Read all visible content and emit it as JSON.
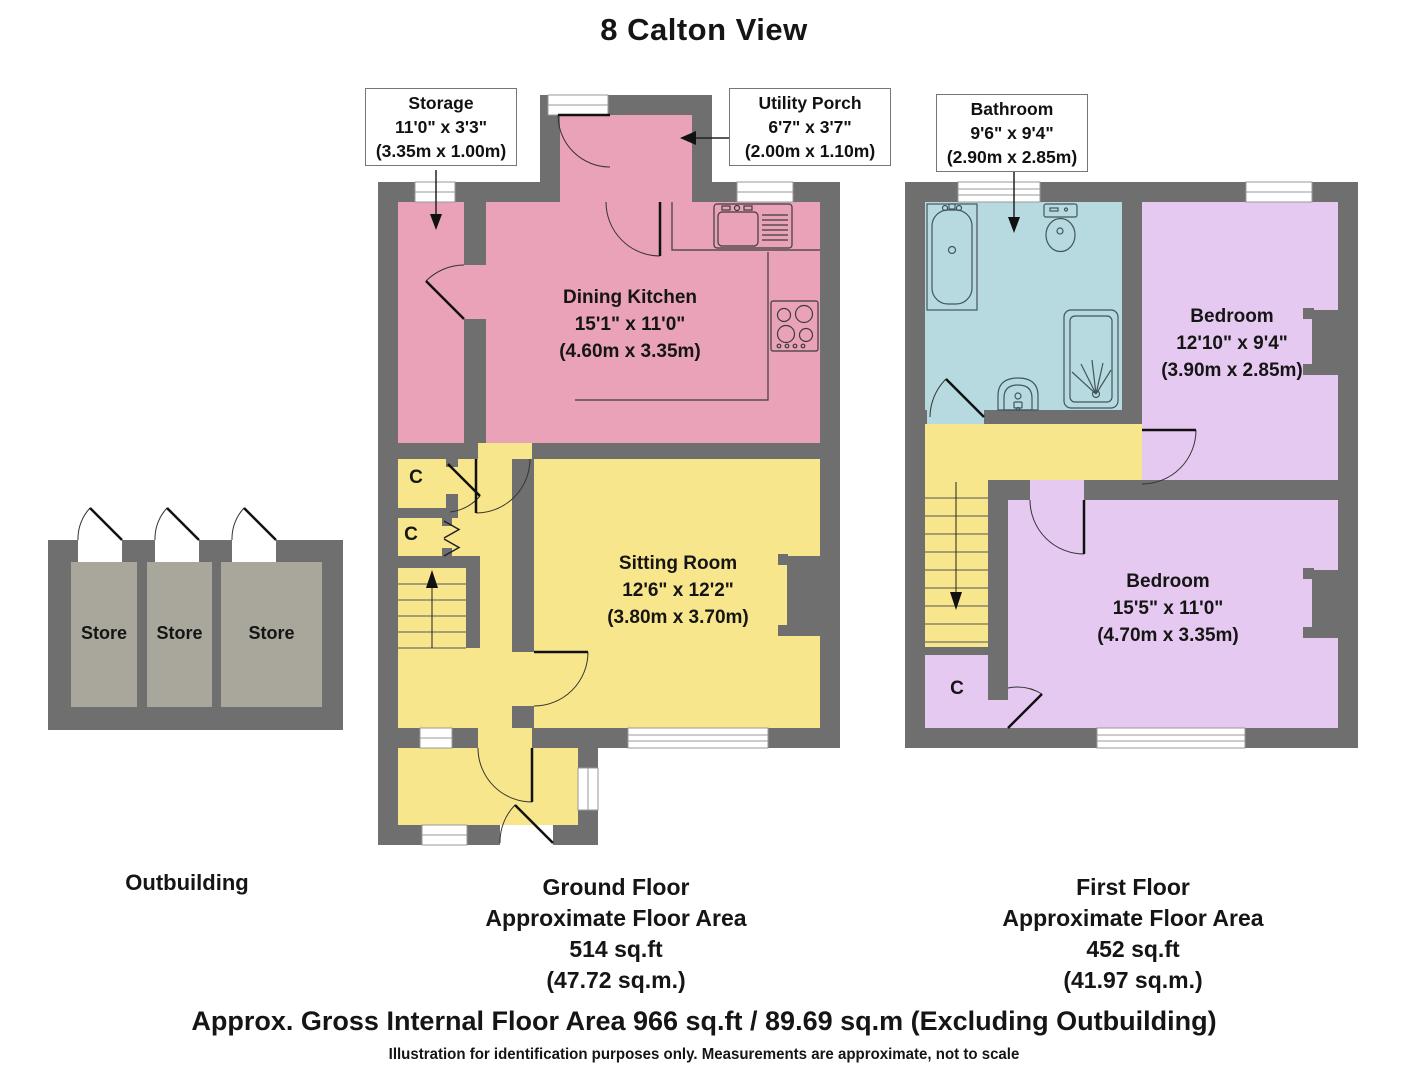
{
  "title": "8 Calton View",
  "colors": {
    "room_pink": "#E9A2B7",
    "room_yellow": "#F8E68C",
    "room_lilac": "#E6C9F1",
    "room_blue": "#B6DADF",
    "store_fill": "#A9A79B",
    "wall_gray": "#6F6F6F",
    "window_white": "#FFFFFF"
  },
  "callouts": {
    "storage": {
      "name": "Storage",
      "dims_ft": "11'0\" x 3'3\"",
      "dims_m": "(3.35m x 1.00m)"
    },
    "utility_porch": {
      "name": "Utility Porch",
      "dims_ft": "6'7\" x 3'7\"",
      "dims_m": "(2.00m x 1.10m)"
    },
    "bathroom": {
      "name": "Bathroom",
      "dims_ft": "9'6\" x 9'4\"",
      "dims_m": "(2.90m x 2.85m)"
    }
  },
  "rooms": {
    "dining_kitchen": {
      "name": "Dining Kitchen",
      "dims_ft": "15'1\" x 11'0\"",
      "dims_m": "(4.60m x 3.35m)"
    },
    "sitting_room": {
      "name": "Sitting Room",
      "dims_ft": "12'6\" x 12'2\"",
      "dims_m": "(3.80m x 3.70m)"
    },
    "bedroom_front": {
      "name": "Bedroom",
      "dims_ft": "12'10\" x 9'4\"",
      "dims_m": "(3.90m x 2.85m)"
    },
    "bedroom_rear": {
      "name": "Bedroom",
      "dims_ft": "15'5\" x 11'0\"",
      "dims_m": "(4.70m x 3.35m)"
    }
  },
  "labels": {
    "closet": "C",
    "store": "Store",
    "outbuilding": "Outbuilding"
  },
  "sections": {
    "ground_floor": {
      "line1": "Ground Floor",
      "line2": "Approximate Floor Area",
      "line3": "514 sq.ft",
      "line4": "(47.72 sq.m.)"
    },
    "first_floor": {
      "line1": "First Floor",
      "line2": "Approximate Floor Area",
      "line3": "452 sq.ft",
      "line4": "(41.97 sq.m.)"
    }
  },
  "footer": {
    "main": "Approx. Gross Internal Floor Area 966 sq.ft / 89.69 sq.m (Excluding Outbuilding)",
    "sub": "Illustration for identification purposes only. Measurements are approximate, not to scale"
  }
}
